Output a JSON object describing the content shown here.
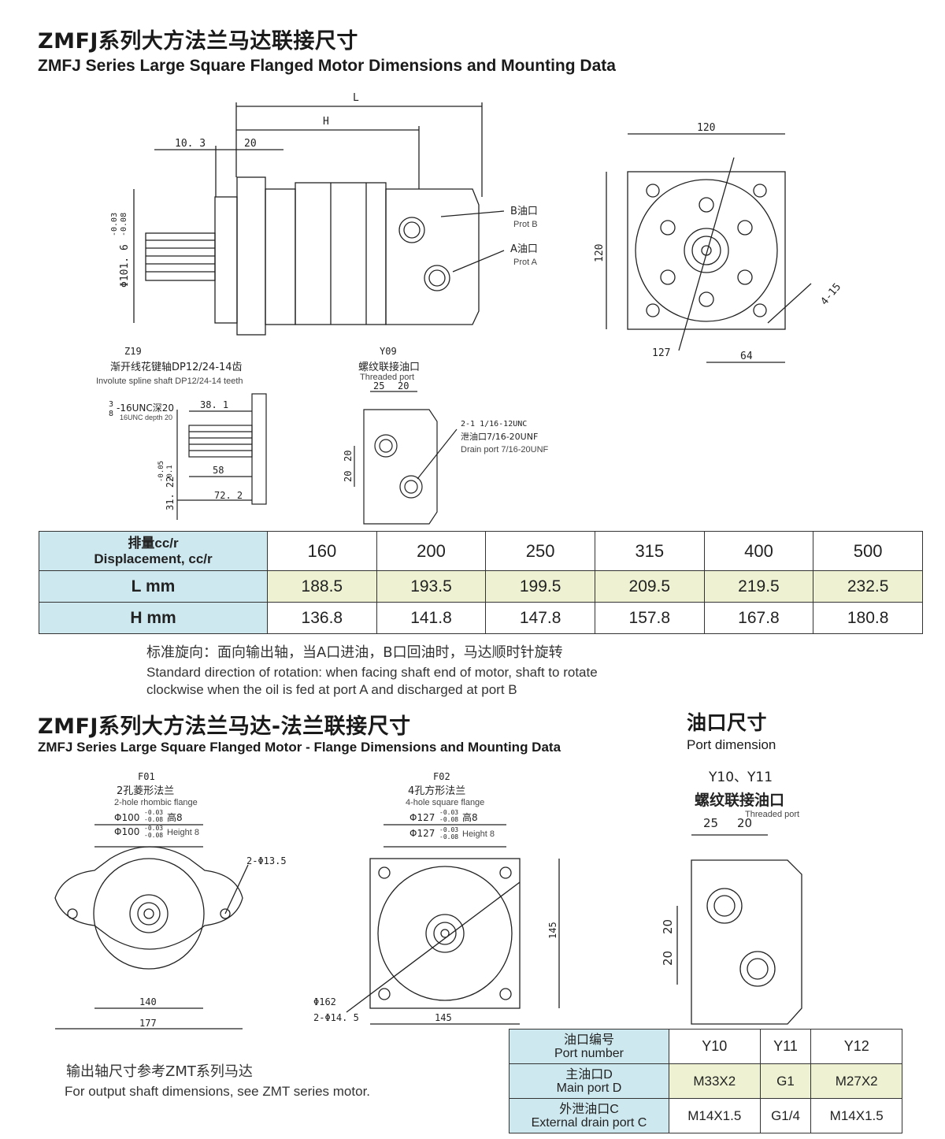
{
  "title_cn": "ZMFJ系列大方法兰马达联接尺寸",
  "title_en": "ZMFJ Series Large Square Flanged Motor Dimensions and Mounting Data",
  "drawing1": {
    "dim_L": "L",
    "dim_H": "H",
    "dim_10_3": "10. 3",
    "dim_20": "20",
    "dim_phi": "Φ101. 6",
    "dim_phi_tol_upper": "-0.03",
    "dim_phi_tol_lower": "-0.08",
    "port_b_cn": "B油口",
    "port_b_en": "Prot B",
    "port_a_cn": "A油口",
    "port_a_en": "Prot A"
  },
  "drawing2": {
    "dim_120_top": "120",
    "dim_120_side": "120",
    "dim_127": "127",
    "dim_64": "64",
    "dim_4_15": "4-15"
  },
  "shaft": {
    "code": "Z19",
    "name_cn": "渐开线花键轴DP12/24-14齿",
    "name_en": "Involute spline shaft DP12/24-14 teeth",
    "thread_frac_top": "3",
    "thread_frac_bottom": "8",
    "thread_cn": "-16UNC深20",
    "thread_en": "16UNC depth 20",
    "dim_38_1": "38. 1",
    "dim_58": "58",
    "dim_72_2": "72. 2",
    "dim_31_22": "31. 22",
    "dim_31_tol_upper": "-0.05",
    "dim_31_tol_lower": "-0.1"
  },
  "port_y09": {
    "code": "Y09",
    "name_cn": "螺纹联接油口",
    "name_en": "Threaded port",
    "dim_25": "25",
    "dim_20": "20",
    "dim_20_a": "20",
    "dim_20_b": "20",
    "drain_thread": "2-1 1/16-12UNC",
    "drain_cn": "泄油口7/16-20UNF",
    "drain_en": "Drain port 7/16-20UNF"
  },
  "table1": {
    "header_cn": "排量cc/r",
    "header_en": "Displacement, cc/r",
    "displacements": [
      "160",
      "200",
      "250",
      "315",
      "400",
      "500"
    ],
    "row_L_label": "L mm",
    "row_L": [
      "188.5",
      "193.5",
      "199.5",
      "209.5",
      "219.5",
      "232.5"
    ],
    "row_H_label": "H mm",
    "row_H": [
      "136.8",
      "141.8",
      "147.8",
      "157.8",
      "167.8",
      "180.8"
    ]
  },
  "rotation_cn": "标准旋向：面向输出轴，当A口进油，B口回油时，马达顺时针旋转",
  "rotation_en_1": "Standard direction of rotation: when facing shaft end of motor, shaft to rotate",
  "rotation_en_2": "clockwise when  the oil is fed at port A and discharged at port B",
  "title2_cn": "ZMFJ系列大方法兰马达-法兰联接尺寸",
  "title2_en": "ZMFJ Series Large Square Flanged Motor - Flange Dimensions and Mounting Data",
  "flange_f01": {
    "code": "F01",
    "name_cn": "2孔菱形法兰",
    "name_en": "2-hole rhombic flange",
    "dim_cn_a": "Φ100",
    "dim_cn_b": "高8",
    "dim_en_a": "Φ100",
    "dim_en_b": "Height 8",
    "tol_upper": "-0.03",
    "tol_lower": "-0.08",
    "holes": "2-Φ13.5",
    "dim_140": "140",
    "dim_177": "177"
  },
  "flange_f02": {
    "code": "F02",
    "name_cn": "4孔方形法兰",
    "name_en": "4-hole square flange",
    "dim_cn_a": "Φ127",
    "dim_cn_b": "高8",
    "dim_en_a": "Φ127",
    "dim_en_b": "Height 8",
    "tol_upper": "-0.03",
    "tol_lower": "-0.08",
    "dim_145_side": "145",
    "dim_162": "Φ162",
    "holes": "2-Φ14. 5",
    "dim_145_bottom": "145"
  },
  "port_dim": {
    "title_cn": "油口尺寸",
    "title_en": "Port dimension",
    "code": "Y10、Y11",
    "name_cn": "螺纹联接油口",
    "name_en": "Threaded port",
    "dim_25": "25",
    "dim_20": "20",
    "dim_20_a": "20",
    "dim_20_b": "20"
  },
  "shaft_note_cn": "输出轴尺寸参考ZMT系列马达",
  "shaft_note_en": "For output shaft dimensions, see ZMT series motor.",
  "table2": {
    "hdr_cn": "油口编号",
    "hdr_en": "Port number",
    "codes": [
      "Y10",
      "Y11",
      "Y12"
    ],
    "main_cn": "主油口D",
    "main_en": "Main port D",
    "main": [
      "M33X2",
      "G1",
      "M27X2"
    ],
    "drain_cn": "外泄油口C",
    "drain_en": "External drain port C",
    "drain": [
      "M14X1.5",
      "G1/4",
      "M14X1.5"
    ]
  }
}
